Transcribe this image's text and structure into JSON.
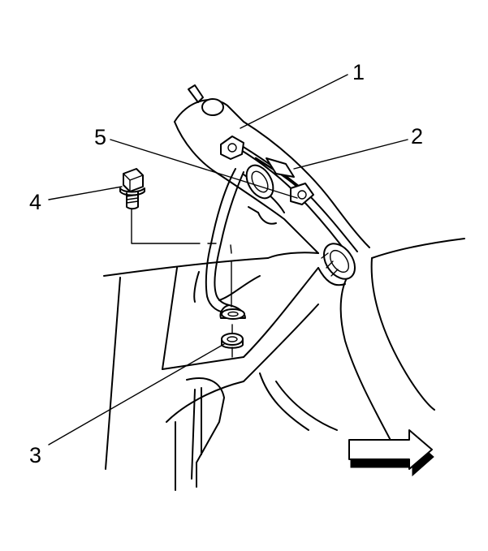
{
  "callouts": [
    {
      "id": "1",
      "label": "1"
    },
    {
      "id": "2",
      "label": "2"
    },
    {
      "id": "3",
      "label": "3"
    },
    {
      "id": "4",
      "label": "4"
    },
    {
      "id": "5",
      "label": "5"
    }
  ],
  "colors": {
    "line": "#000000",
    "background": "#ffffff"
  },
  "icons": {
    "direction_arrow": "right-arrow-icon"
  }
}
